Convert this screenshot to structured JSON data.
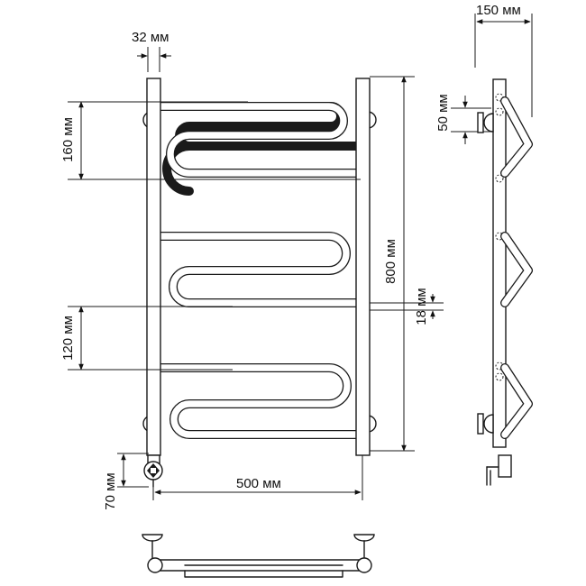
{
  "dimensions": {
    "total_height": "800 мм",
    "width": "500 мм",
    "depth": "150 мм",
    "tube_diameter": "32 мм",
    "top_section_spacing": "160 мм",
    "mid_section_spacing": "120 мм",
    "rail_gap": "18 мм",
    "wall_offset": "50 мм",
    "heater_offset": "70 мм"
  }
}
